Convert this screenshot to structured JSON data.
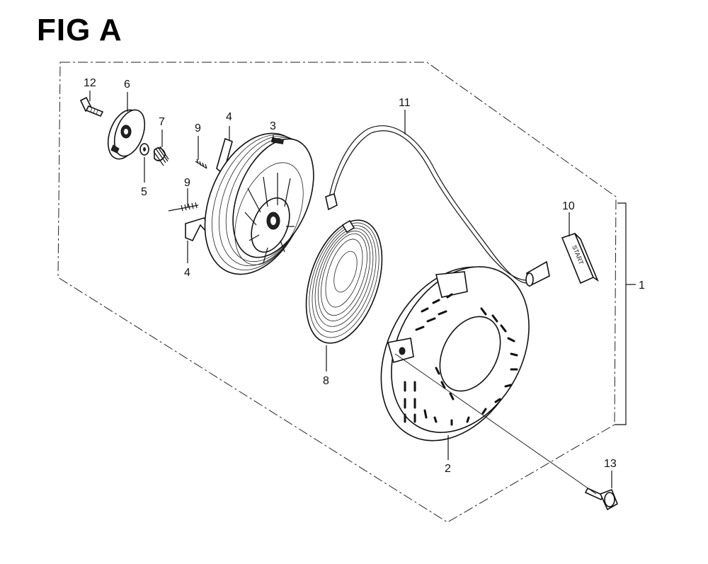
{
  "figure": {
    "title": "FIG A"
  },
  "callouts": [
    {
      "id": "c1",
      "text": "1"
    },
    {
      "id": "c2",
      "text": "2"
    },
    {
      "id": "c3",
      "text": "3"
    },
    {
      "id": "c4a",
      "text": "4"
    },
    {
      "id": "c4b",
      "text": "4"
    },
    {
      "id": "c5",
      "text": "5"
    },
    {
      "id": "c6",
      "text": "6"
    },
    {
      "id": "c7",
      "text": "7"
    },
    {
      "id": "c8",
      "text": "8"
    },
    {
      "id": "c9a",
      "text": "9"
    },
    {
      "id": "c9b",
      "text": "9"
    },
    {
      "id": "c10",
      "text": "10"
    },
    {
      "id": "c11",
      "text": "11"
    },
    {
      "id": "c12",
      "text": "12"
    },
    {
      "id": "c13",
      "text": "13"
    }
  ],
  "handle_text": "START"
}
